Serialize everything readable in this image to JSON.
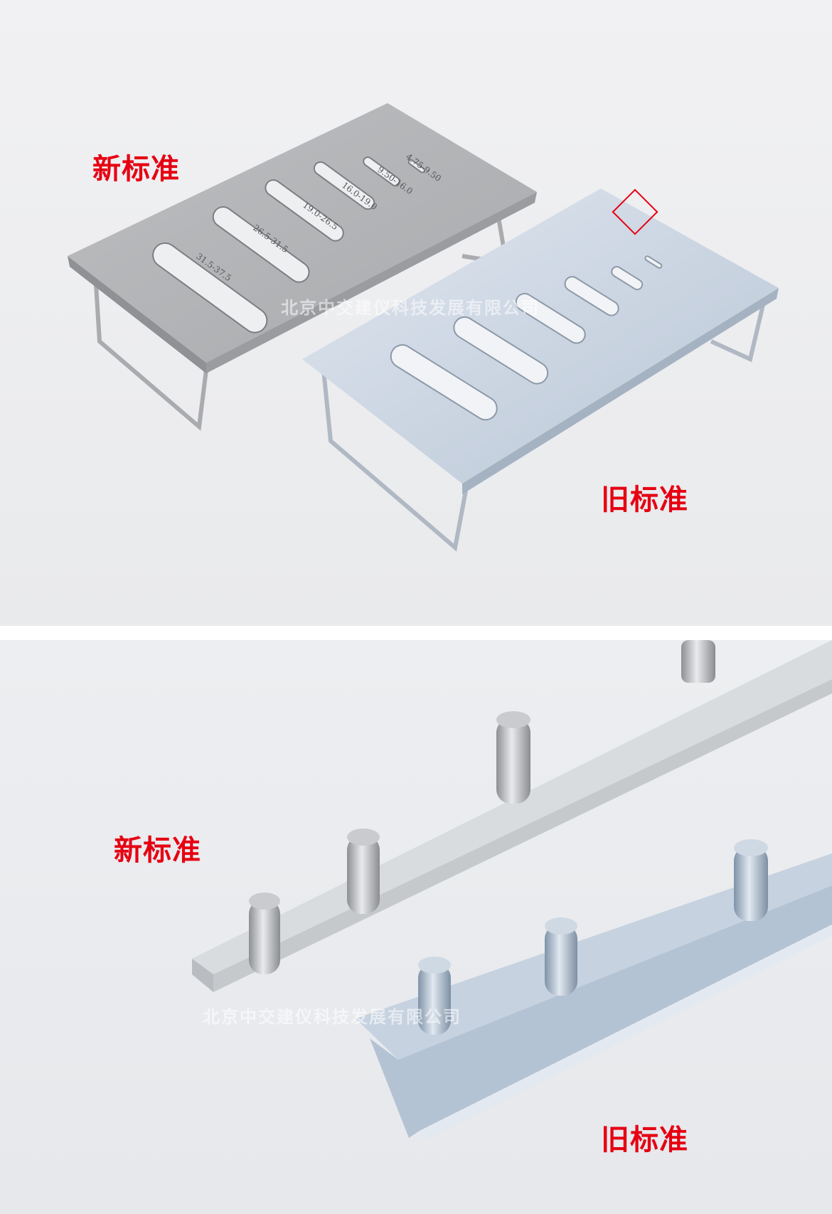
{
  "top_panel": {
    "new_label": "新标准",
    "old_label": "旧标准",
    "watermark": "北京中交建仪科技发展有限公司",
    "slot_marks": [
      "4.75-9.50",
      "9.50-16.0",
      "16.0-19.0",
      "19.0-26.5",
      "26.5-31.5",
      "31.5-37.5"
    ]
  },
  "bottom_panel": {
    "new_label": "新标准",
    "old_label": "旧标准",
    "watermark": "北京中交建仪科技发展有限公司"
  }
}
